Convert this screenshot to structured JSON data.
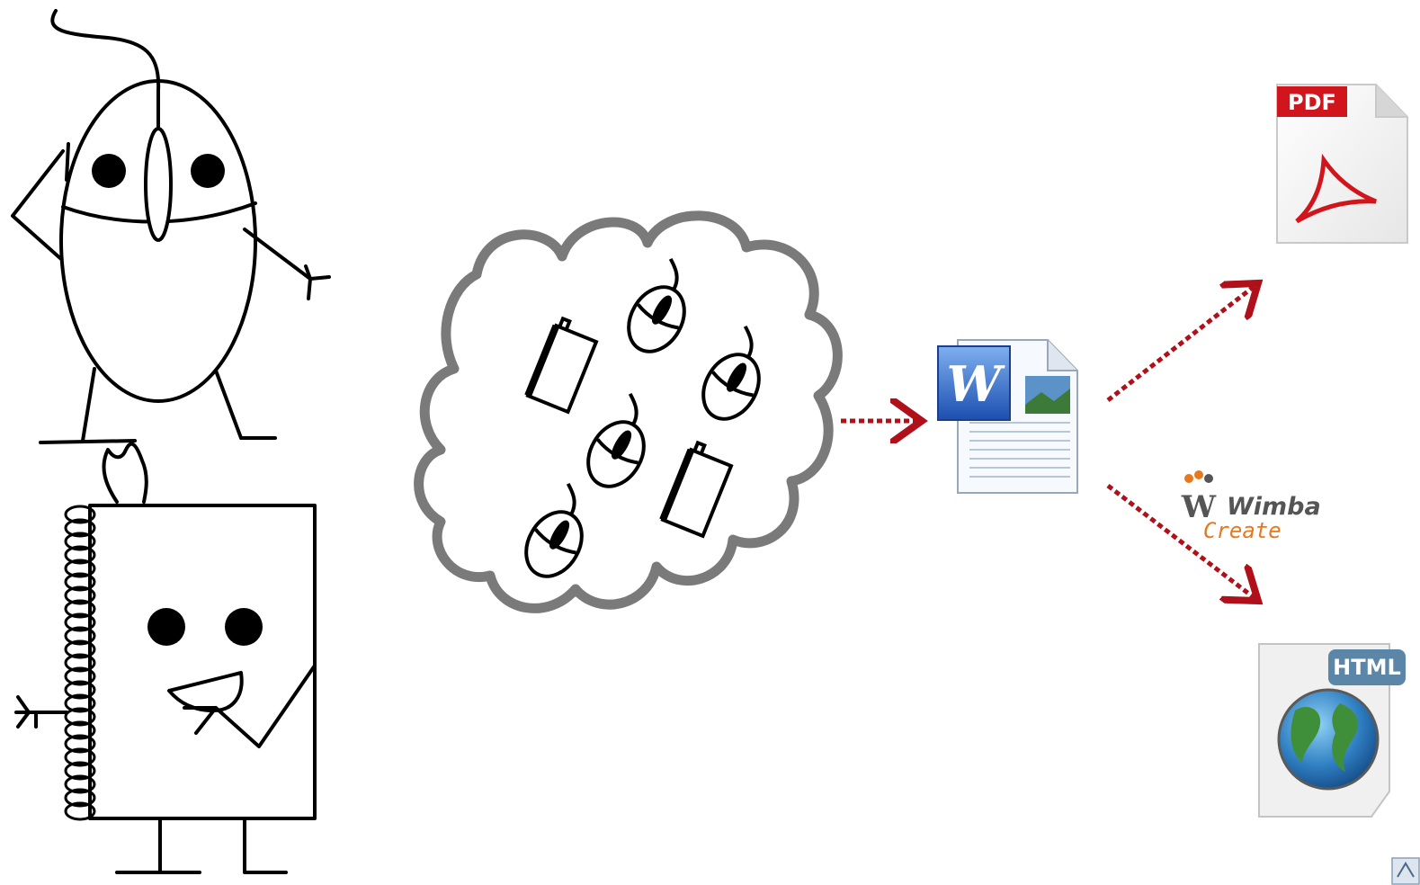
{
  "pdf_icon": {
    "label": "PDF",
    "color": "#d0151c"
  },
  "html_icon": {
    "label": "HTML",
    "badge_color": "#5b86a8"
  },
  "wimba": {
    "line1": "Wimba",
    "line2": "Create",
    "line1_color": "#555555",
    "line2_color": "#e8781e"
  },
  "arrow_color": "#b0101a",
  "cloud_color": "#7a7a7a",
  "icons": {
    "mouse_character": "mouse-character",
    "notebook_character": "notebook-character",
    "cloud": "idea-cloud",
    "word_doc": "word-document-icon",
    "pdf": "pdf-file-icon",
    "html": "html-file-icon",
    "next": "next-slide-icon"
  }
}
